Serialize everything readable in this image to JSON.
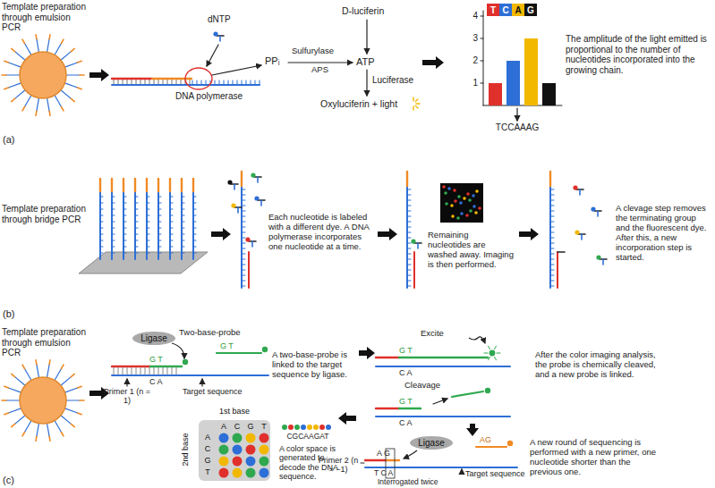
{
  "diagram": {
    "nodes": [
      {
        "text": [
          "T"
        ]
      },
      {
        "text": [
          "C"
        ]
      },
      {
        "text": [
          "A"
        ]
      },
      {
        "text": [
          "G"
        ]
      },
      {
        "text": [
          "Ligase"
        ]
      },
      {
        "text": [
          "Ligase"
        ]
      },
      {
        "text": [
          "1st base",
          "A",
          "C",
          "G",
          "T",
          "2nd base",
          "A",
          "C",
          "G",
          "T"
        ]
      }
    ],
    "labels": [
      "Template preparation through emulsion PCR",
      "dNTP",
      "DNA polymerase",
      "PPᵢ",
      "Sulfurylase",
      "APS",
      "D-luciferin",
      "ATP",
      "Luciferase",
      "Oxyluciferin + light",
      "4",
      "3",
      "2",
      "1",
      "TCCAAAG",
      "The amplitude of the light emitted is proportional to the number of nucleotides incorporated into the growing chain.",
      "(a)",
      "Template preparation through bridge PCR",
      "Each nucleotide is labeled with a different dye. A DNA polymerase incorporates one nucleotide at a time.",
      "Remaining nucleotides are washed away. Imaging is then performed.",
      "A clevage step removes the terminating group and the fluorescent dye. After this, a new incorporation step is started.",
      "(b)",
      "Template preparation through emulsion PCR",
      "Two-base-probe",
      "G T",
      "G T",
      "C A",
      "Primer 1 (n = 1)",
      "Target sequence",
      "A two-base-probe is linked to the target sequence by ligase.",
      "Excite",
      "G T",
      "C A",
      "Cleavage",
      "G T",
      "C A",
      "After the color imaging analysis, the probe is chemically cleaved, and a new probe is linked.",
      "AG",
      "A G",
      "T C A",
      "Primer 2 (n = −1)",
      "Interrogated twice",
      "Target sequence",
      "A new round of sequencing is performed with a new primer, one nucleotide shorter than the previous one.",
      "CGCAAGAT",
      "A color space is generated to decode the DNA sequence.",
      "(c)"
    ]
  }
}
